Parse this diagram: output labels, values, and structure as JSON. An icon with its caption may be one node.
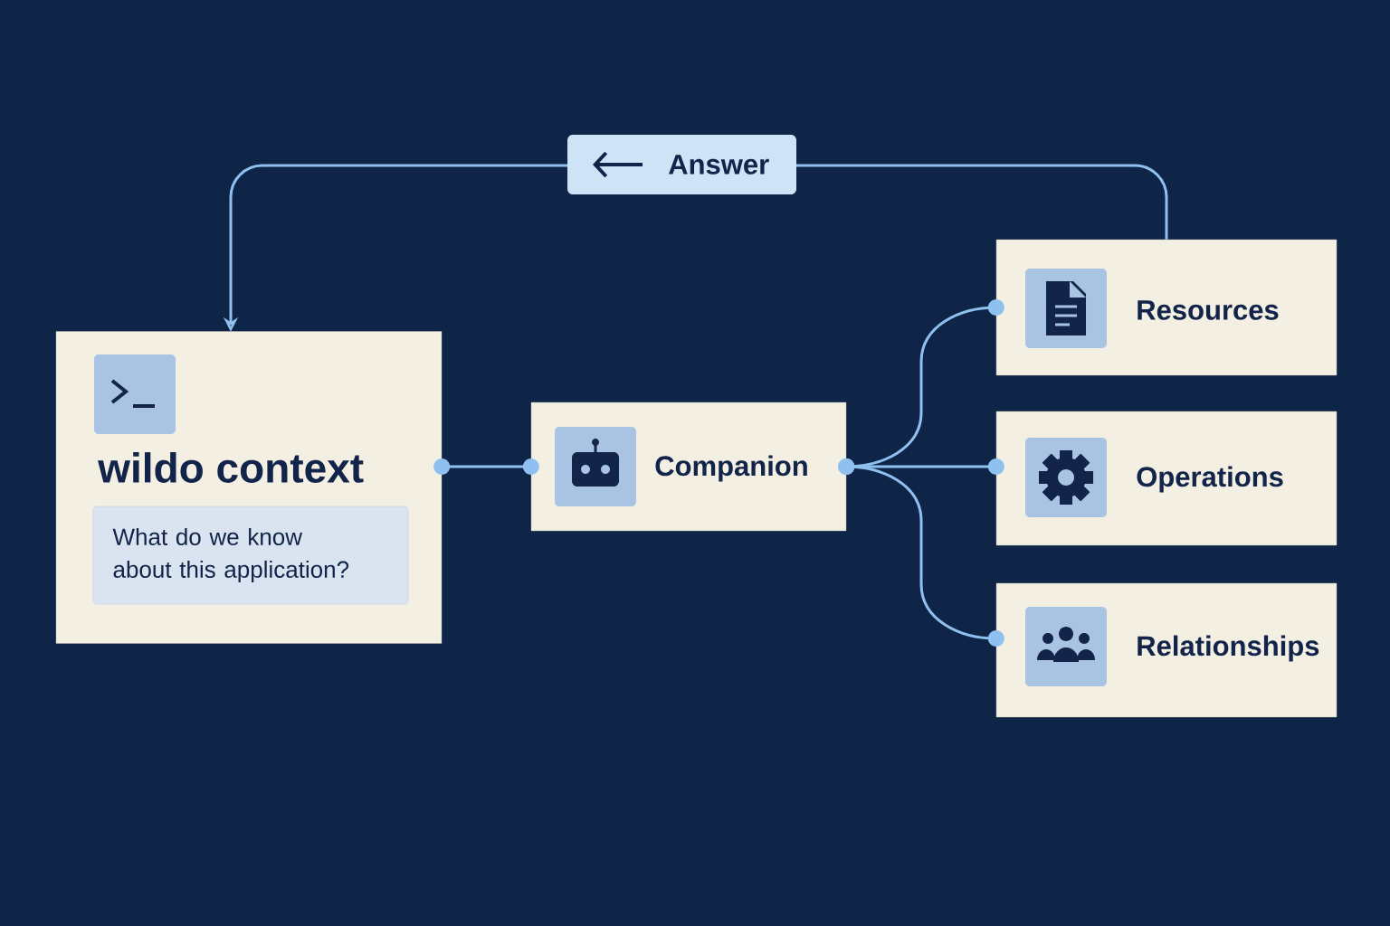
{
  "diagram": {
    "nodes": [
      {
        "text": [
          "wildo context"
        ]
      },
      {
        "text": [
          "What do we know about this application?"
        ],
        "in": 0
      },
      {
        "text": [
          "Companion"
        ]
      },
      {
        "text": [
          "Resources"
        ]
      },
      {
        "text": [
          "Operations"
        ]
      },
      {
        "text": [
          "Relationships"
        ]
      }
    ],
    "edges": [
      {
        "from": 0,
        "to": 2,
        "arrow": "other"
      },
      {
        "from": 2,
        "to": 3,
        "arrow": "other"
      },
      {
        "from": 2,
        "to": 4,
        "arrow": "other"
      },
      {
        "from": 2,
        "to": 5,
        "arrow": "other"
      },
      {
        "from": 3,
        "to": 0,
        "arrow": "to",
        "label": "Answer"
      }
    ]
  }
}
